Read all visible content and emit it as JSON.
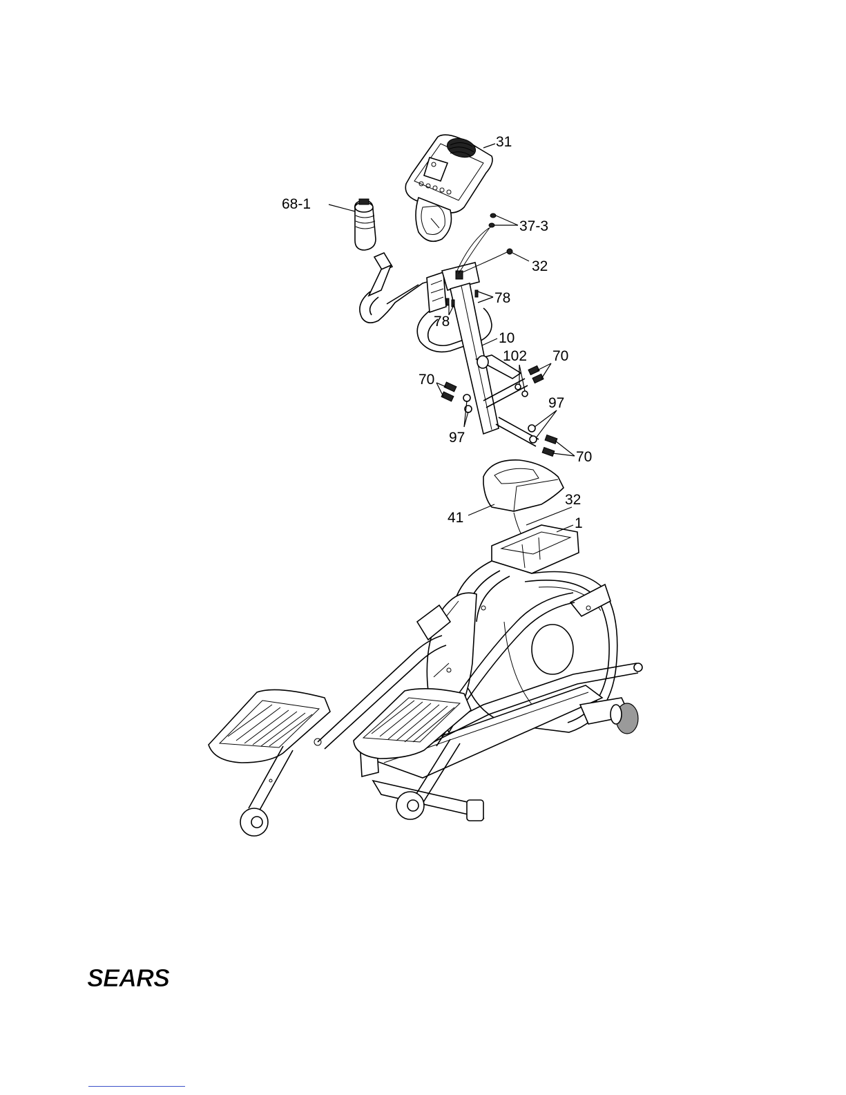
{
  "brand": {
    "logo_text": "SEARS"
  },
  "callouts": [
    {
      "id": "31",
      "text": "31"
    },
    {
      "id": "68-1",
      "text": "68-1"
    },
    {
      "id": "37-3",
      "text": "37-3"
    },
    {
      "id": "32-upper",
      "text": "32"
    },
    {
      "id": "78-right",
      "text": "78"
    },
    {
      "id": "78-left",
      "text": "78"
    },
    {
      "id": "10",
      "text": "10"
    },
    {
      "id": "102",
      "text": "102"
    },
    {
      "id": "70-upper-right",
      "text": "70"
    },
    {
      "id": "70-left",
      "text": "70"
    },
    {
      "id": "97-right",
      "text": "97"
    },
    {
      "id": "97-left",
      "text": "97"
    },
    {
      "id": "70-lower-right",
      "text": "70"
    },
    {
      "id": "41",
      "text": "41"
    },
    {
      "id": "32-lower",
      "text": "32"
    },
    {
      "id": "1",
      "text": "1"
    }
  ]
}
